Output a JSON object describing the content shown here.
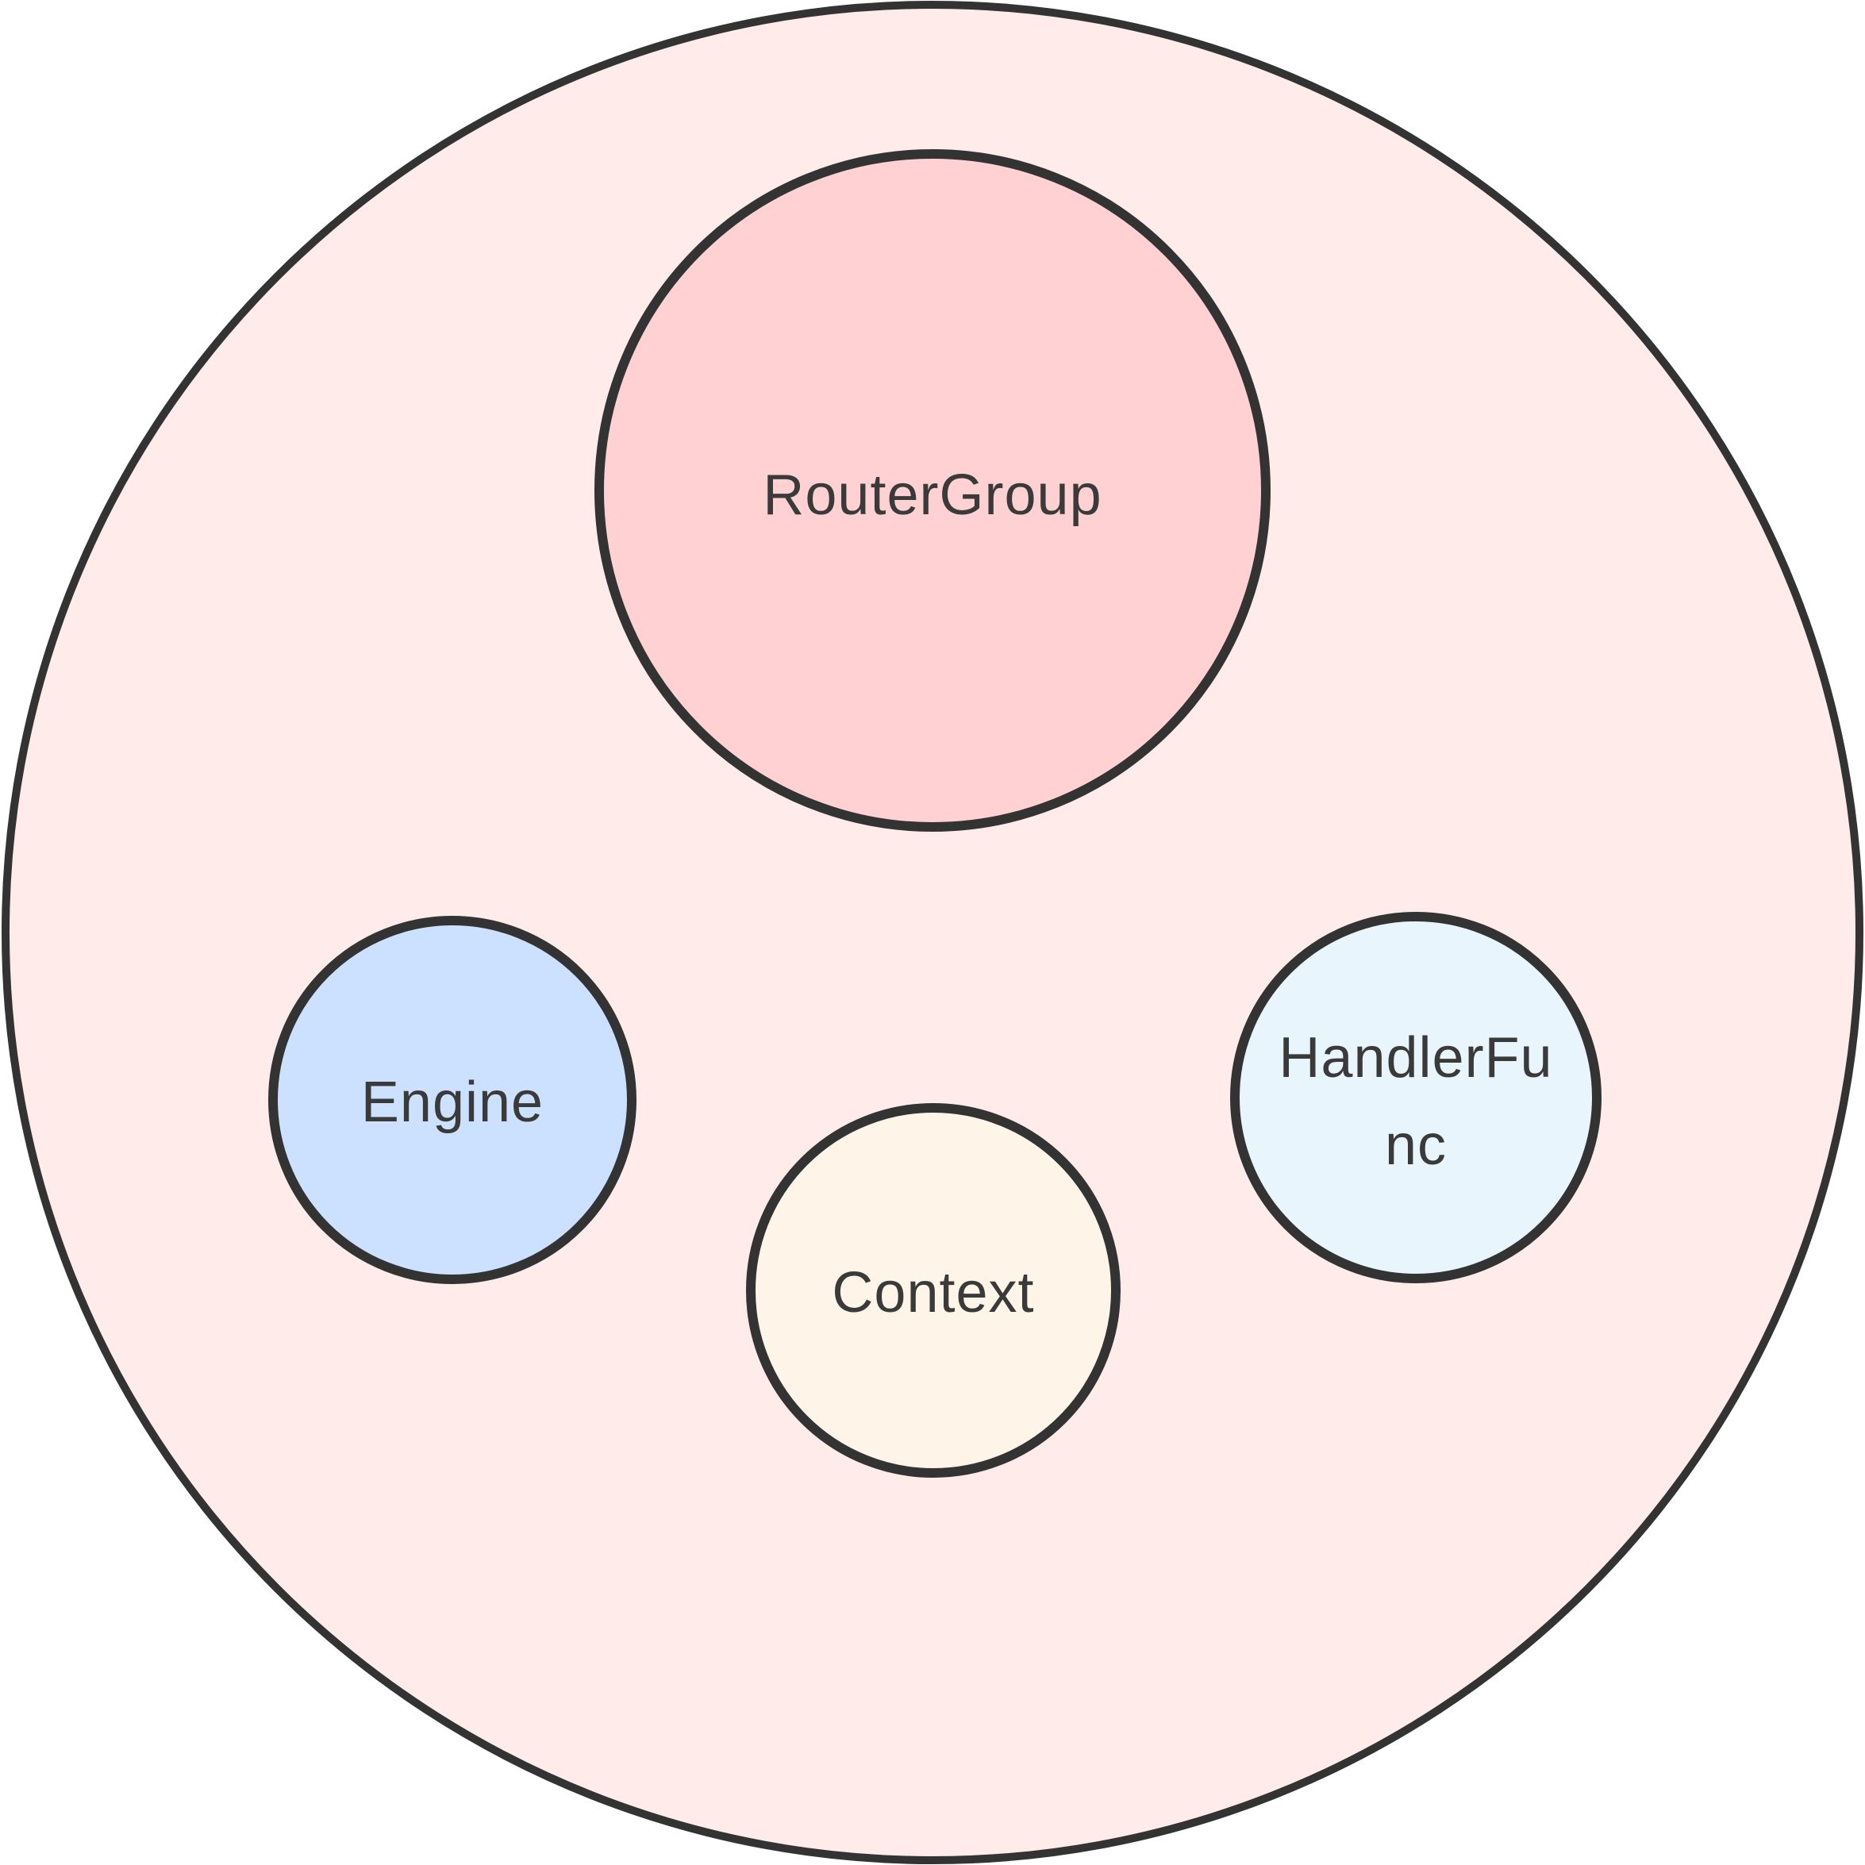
{
  "diagram": {
    "background_color": "#ffffff",
    "stroke_color": "#333333",
    "text_color": "#3a3a3a",
    "container": {
      "fill": "#ffecea"
    },
    "nodes": {
      "router_group": {
        "label": "RouterGroup",
        "fill": "#ffd1d2"
      },
      "engine": {
        "label": "Engine",
        "fill": "#cce0ff"
      },
      "context": {
        "label": "Context",
        "fill": "#fef4e8"
      },
      "handler_func": {
        "label_line_1": "HandlerFu",
        "label_line_2": "nc",
        "fill": "#e8f5fc"
      }
    }
  }
}
